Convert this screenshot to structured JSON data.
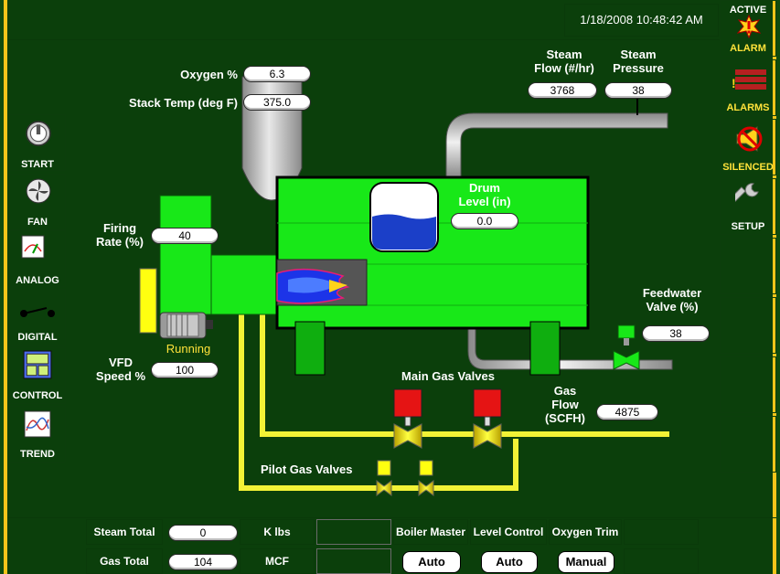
{
  "header": {
    "datetime": "1/18/2008 10:48:42 AM"
  },
  "left_nav": [
    {
      "label": "START",
      "icon": "gauge-start-icon"
    },
    {
      "label": "FAN",
      "icon": "fan-icon"
    },
    {
      "label": "ANALOG",
      "icon": "analog-meter-icon"
    },
    {
      "label": "DIGITAL",
      "icon": "switch-icon"
    },
    {
      "label": "CONTROL",
      "icon": "control-panel-icon"
    },
    {
      "label": "TREND",
      "icon": "trend-chart-icon"
    }
  ],
  "right_nav": [
    {
      "label_top": "ACTIVE",
      "label": "ALARM",
      "icon": "active-alarm-icon"
    },
    {
      "label": "ALARMS",
      "icon": "alarms-list-icon"
    },
    {
      "label": "SILENCED",
      "icon": "horn-silenced-icon"
    },
    {
      "label": "SETUP",
      "icon": "wrench-icon"
    }
  ],
  "readings": {
    "oxygen_label": "Oxygen %",
    "oxygen_value": "6.3",
    "stack_temp_label": "Stack Temp (deg F)",
    "stack_temp_value": "375.0",
    "steam_flow_label": "Steam\nFlow (#/hr)",
    "steam_flow_value": "3768",
    "steam_pressure_label": "Steam\nPressure",
    "steam_pressure_value": "38",
    "drum_level_label": "Drum\nLevel (in)",
    "drum_level_value": "0.0",
    "firing_rate_label": "Firing\nRate (%)",
    "firing_rate_value": "40",
    "running_label": "Running",
    "vfd_label": "VFD\nSpeed %",
    "vfd_value": "100",
    "feedwater_label": "Feedwater\nValve (%)",
    "feedwater_value": "38",
    "main_gas_label": "Main Gas Valves",
    "gas_flow_label": "Gas\nFlow\n(SCFH)",
    "gas_flow_value": "4875",
    "pilot_gas_label": "Pilot Gas Valves"
  },
  "footer": {
    "steam_total_label": "Steam Total",
    "steam_total_value": "0",
    "steam_total_unit": "K lbs",
    "gas_total_label": "Gas Total",
    "gas_total_value": "104",
    "gas_total_unit": "MCF",
    "boiler_master_label": "Boiler Master",
    "boiler_master_mode": "Auto",
    "level_control_label": "Level Control",
    "level_control_mode": "Auto",
    "oxygen_trim_label": "Oxygen Trim",
    "oxygen_trim_mode": "Manual"
  },
  "colors": {
    "background": "#0b3f0b",
    "boiler": "#18e818",
    "pipe_yellow": "#f2f236",
    "valve_red": "#e51414",
    "water_blue": "#1b3fc8",
    "border": "#f4c51a"
  }
}
